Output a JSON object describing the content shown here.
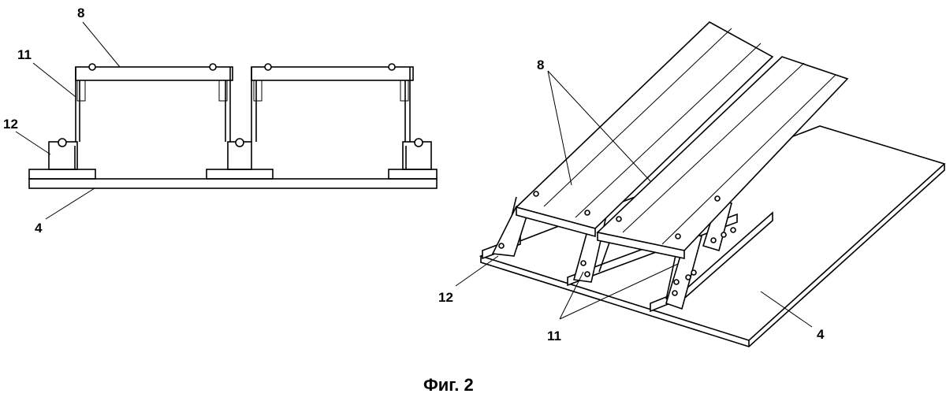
{
  "figure": {
    "caption": "Фиг. 2"
  },
  "left_view": {
    "labels": {
      "panel": "8",
      "bracket": "11",
      "rail": "12",
      "base": "4"
    }
  },
  "right_view": {
    "labels": {
      "panel": "8",
      "bracket": "11",
      "rail": "12",
      "base": "4"
    }
  }
}
